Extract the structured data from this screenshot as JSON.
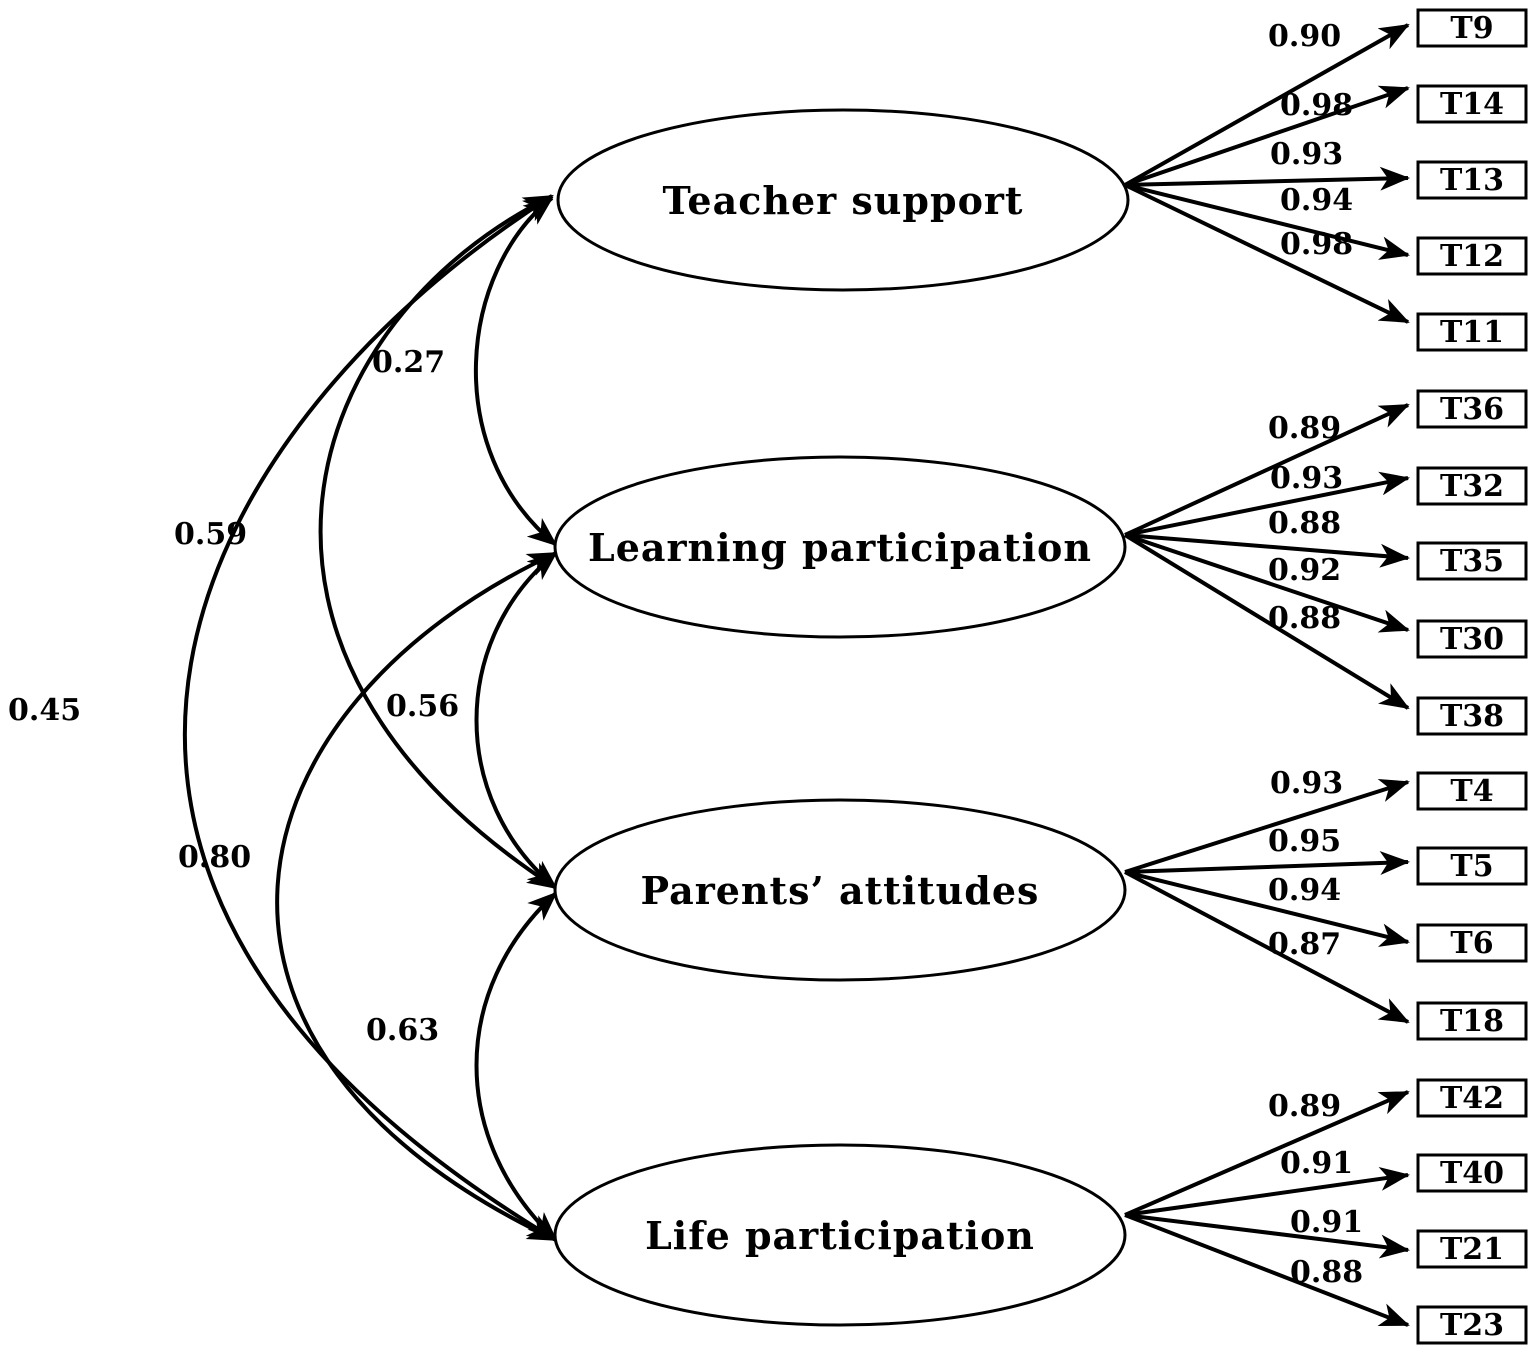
{
  "latents": [
    {
      "id": "teacher",
      "label": "Teacher support"
    },
    {
      "id": "learning",
      "label": "Learning participation"
    },
    {
      "id": "parents",
      "label": "Parents’ attitudes"
    },
    {
      "id": "life",
      "label": "Life participation"
    }
  ],
  "indicators": {
    "teacher": [
      {
        "label": "T9",
        "loading": "0.90"
      },
      {
        "label": "T14",
        "loading": "0.98"
      },
      {
        "label": "T13",
        "loading": "0.93"
      },
      {
        "label": "T12",
        "loading": "0.94"
      },
      {
        "label": "T11",
        "loading": "0.98"
      }
    ],
    "learning": [
      {
        "label": "T36",
        "loading": "0.89"
      },
      {
        "label": "T32",
        "loading": "0.93"
      },
      {
        "label": "T35",
        "loading": "0.88"
      },
      {
        "label": "T30",
        "loading": "0.92"
      },
      {
        "label": "T38",
        "loading": "0.88"
      }
    ],
    "parents": [
      {
        "label": "T4",
        "loading": "0.93"
      },
      {
        "label": "T5",
        "loading": "0.95"
      },
      {
        "label": "T6",
        "loading": "0.94"
      },
      {
        "label": "T18",
        "loading": "0.87"
      }
    ],
    "life": [
      {
        "label": "T42",
        "loading": "0.89"
      },
      {
        "label": "T40",
        "loading": "0.91"
      },
      {
        "label": "T21",
        "loading": "0.91"
      },
      {
        "label": "T23",
        "loading": "0.88"
      }
    ]
  },
  "correlations": [
    {
      "from": "teacher",
      "to": "learning",
      "value": "0.27"
    },
    {
      "from": "learning",
      "to": "parents",
      "value": "0.56"
    },
    {
      "from": "parents",
      "to": "life",
      "value": "0.63"
    },
    {
      "from": "teacher",
      "to": "parents",
      "value": "0.59"
    },
    {
      "from": "learning",
      "to": "life",
      "value": "0.80"
    },
    {
      "from": "teacher",
      "to": "life",
      "value": "0.45"
    }
  ]
}
